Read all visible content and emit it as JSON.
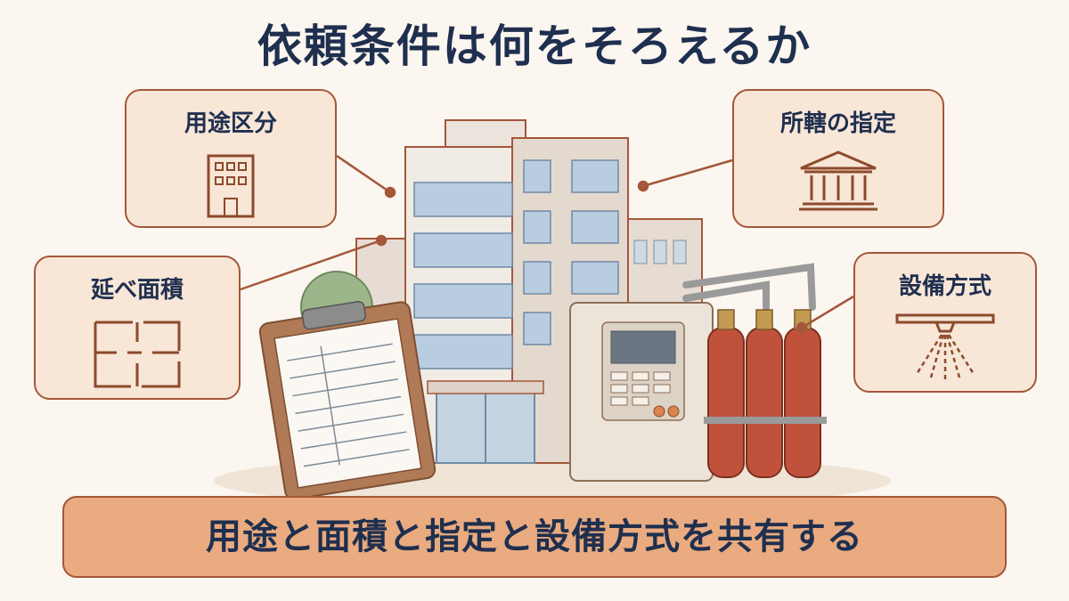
{
  "title": "依頼条件は何をそろえるか",
  "cards": {
    "usage": {
      "label": "用途区分",
      "icon": "building-icon"
    },
    "floor_area": {
      "label": "延べ面積",
      "icon": "floor-plan-icon"
    },
    "jurisdiction": {
      "label": "所轄の指定",
      "icon": "government-building-icon"
    },
    "equipment": {
      "label": "設備方式",
      "icon": "sprinkler-icon"
    }
  },
  "banner": "用途と面積と指定と設備方式を共有する",
  "colors": {
    "title_text": "#1f2f4f",
    "card_fill": "#f8e6d7",
    "card_border": "#a4573a",
    "banner_fill": "#e9ab7f",
    "cylinder_red": "#c0523c"
  }
}
